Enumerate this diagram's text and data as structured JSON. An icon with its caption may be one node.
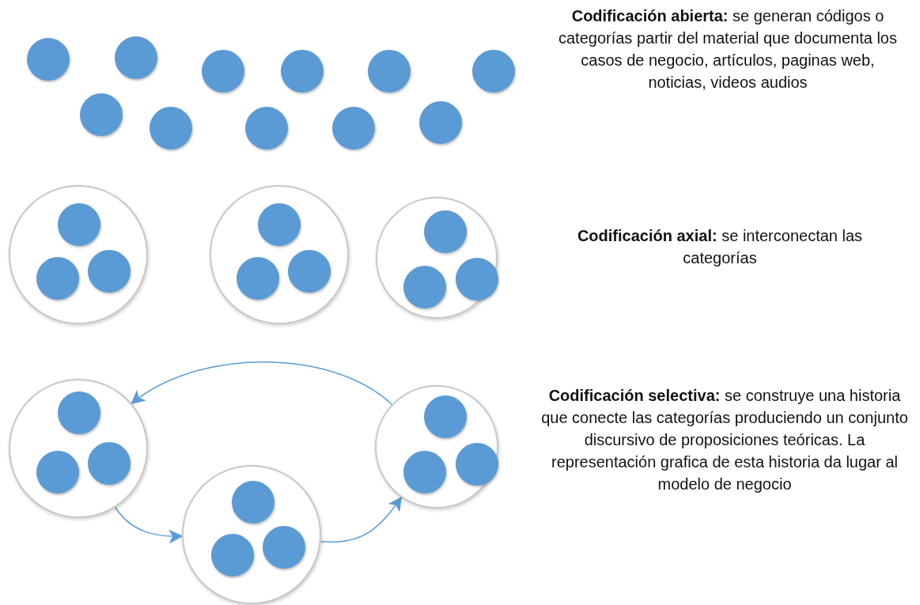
{
  "diagram": {
    "nodes": [
      {
        "text": [],
        "shape": "circle"
      },
      {
        "text": [],
        "shape": "circle"
      },
      {
        "text": [],
        "shape": "circle"
      },
      {
        "text": [],
        "shape": "circle"
      },
      {
        "text": [],
        "shape": "circle"
      },
      {
        "text": [],
        "shape": "circle"
      },
      {
        "text": [],
        "shape": "circle"
      },
      {
        "text": [],
        "shape": "circle"
      },
      {
        "text": [],
        "shape": "circle"
      },
      {
        "text": [],
        "shape": "circle"
      },
      {
        "text": [],
        "shape": "circle"
      },
      {
        "text": [],
        "shape": "circle"
      },
      {
        "text": [],
        "shape": "circle",
        "in": 11
      },
      {
        "text": [],
        "shape": "circle",
        "in": 11
      },
      {
        "text": [],
        "shape": "circle",
        "in": 11
      },
      {
        "text": [],
        "shape": "circle"
      },
      {
        "text": [],
        "shape": "circle",
        "in": 15
      },
      {
        "text": [],
        "shape": "circle",
        "in": 15
      },
      {
        "text": [],
        "shape": "circle",
        "in": 15
      },
      {
        "text": [],
        "shape": "circle"
      },
      {
        "text": [],
        "shape": "circle",
        "in": 19
      },
      {
        "text": [],
        "shape": "circle",
        "in": 19
      },
      {
        "text": [],
        "shape": "circle",
        "in": 19
      },
      {
        "text": [],
        "shape": "circle"
      },
      {
        "text": [],
        "shape": "circle",
        "in": 23
      },
      {
        "text": [],
        "shape": "circle",
        "in": 23
      },
      {
        "text": [],
        "shape": "circle",
        "in": 23
      },
      {
        "text": [],
        "shape": "circle"
      },
      {
        "text": [],
        "shape": "circle",
        "in": 27
      },
      {
        "text": [],
        "shape": "circle",
        "in": 27
      },
      {
        "text": [],
        "shape": "circle",
        "in": 27
      },
      {
        "text": [],
        "shape": "circle"
      },
      {
        "text": [],
        "shape": "circle",
        "in": 31
      },
      {
        "text": [],
        "shape": "circle",
        "in": 31
      },
      {
        "text": [],
        "shape": "circle",
        "in": 31
      }
    ],
    "edges": [
      {
        "from": 31,
        "to": 23,
        "arrow": "to"
      },
      {
        "from": 23,
        "to": 27,
        "arrow": "to"
      },
      {
        "from": 27,
        "to": 31,
        "arrow": "to"
      }
    ],
    "labels": [
      "**Codificación abierta:** se generan códigos o categorías partir del material que documenta los casos de negocio, artículos, paginas web, noticias, videos audios",
      "**Codificación axial:** se interconectan las categorías",
      "**Codificación selectiva:** se construye una historia que conecte las categorías produciendo un conjunto discursivo de proposiciones teóricas. La representación grafica de esta historia da lugar al modelo de negocio"
    ]
  }
}
